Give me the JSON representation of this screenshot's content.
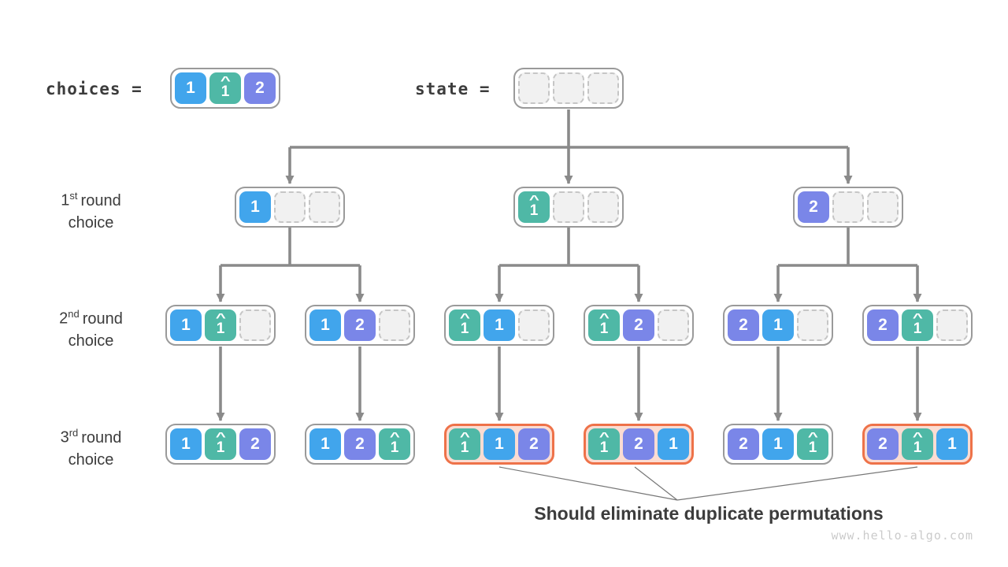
{
  "header": {
    "choices_label": "choices =",
    "state_label": "state =",
    "choices_cells": [
      "1",
      "1h",
      "2"
    ],
    "state_cells": [
      null,
      null,
      null
    ]
  },
  "row_labels": [
    {
      "ordinal": "1",
      "suffix": "st",
      "rest": "round",
      "line2": "choice"
    },
    {
      "ordinal": "2",
      "suffix": "nd",
      "rest": "round",
      "line2": "choice"
    },
    {
      "ordinal": "3",
      "suffix": "rd",
      "rest": "round",
      "line2": "choice"
    }
  ],
  "tree": {
    "level1": [
      {
        "cells": [
          "1",
          null,
          null
        ]
      },
      {
        "cells": [
          "1h",
          null,
          null
        ]
      },
      {
        "cells": [
          "2",
          null,
          null
        ]
      }
    ],
    "level2": [
      {
        "cells": [
          "1",
          "1h",
          null
        ]
      },
      {
        "cells": [
          "1",
          "2",
          null
        ]
      },
      {
        "cells": [
          "1h",
          "1",
          null
        ]
      },
      {
        "cells": [
          "1h",
          "2",
          null
        ]
      },
      {
        "cells": [
          "2",
          "1",
          null
        ]
      },
      {
        "cells": [
          "2",
          "1h",
          null
        ]
      }
    ],
    "level3": [
      {
        "cells": [
          "1",
          "1h",
          "2"
        ],
        "duplicate": false
      },
      {
        "cells": [
          "1",
          "2",
          "1h"
        ],
        "duplicate": false
      },
      {
        "cells": [
          "1h",
          "1",
          "2"
        ],
        "duplicate": true
      },
      {
        "cells": [
          "1h",
          "2",
          "1"
        ],
        "duplicate": true
      },
      {
        "cells": [
          "2",
          "1",
          "1h"
        ],
        "duplicate": false
      },
      {
        "cells": [
          "2",
          "1h",
          "1"
        ],
        "duplicate": true
      }
    ]
  },
  "cell_glyphs": {
    "1": "1",
    "1h": "1",
    "2": "2",
    "hat": "^"
  },
  "annotation": {
    "text": "Should eliminate duplicate permutations"
  },
  "watermark": "www.hello-algo.com",
  "colors": {
    "cell_blue": "#41A5EC",
    "cell_teal": "#4FB8A6",
    "cell_purple": "#7A86E8",
    "duplicate_border": "#EE7249",
    "duplicate_fill": "#FBDCD2",
    "box_border": "#9A9A9A",
    "connector": "#8A8A8A",
    "pointer_line": "#777777",
    "empty_fill": "#F1F1F1",
    "empty_border": "#C6C6C6",
    "text_dark": "#3C3C3C",
    "watermark_gray": "#CBCBCB"
  }
}
